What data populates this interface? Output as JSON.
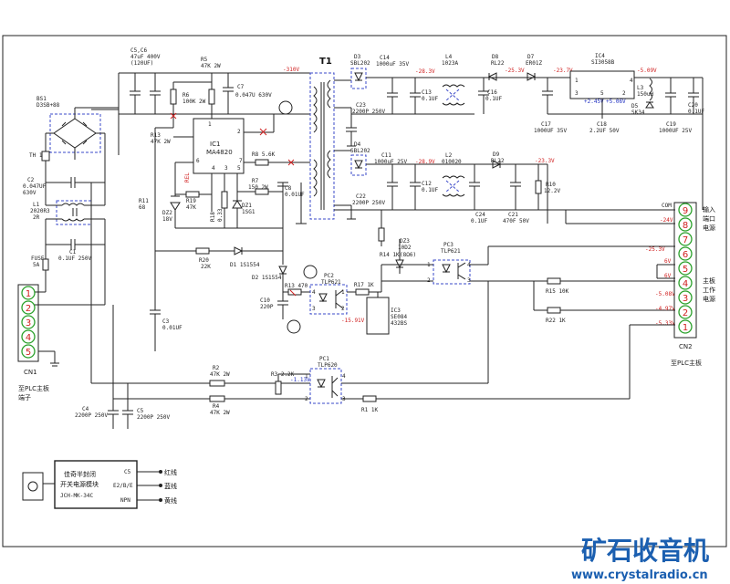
{
  "labels": {
    "c5c6": "C5,C6",
    "c5c6_val": "47uF 400V",
    "c5c6_val2": "(120UF)",
    "r5": "R5",
    "r5_val": "47K 2W",
    "r6": "R6",
    "r6_val": "100K 2W",
    "c7": "C7",
    "c7_val": "0.047U 630V",
    "bs1": "BS1",
    "bs1_val": "D3SB+88",
    "th": "TH 10",
    "c2": "C2",
    "c2_val": "0.047UF",
    "c2_val2": "630V",
    "l1": "L1",
    "l1_val": "2020R3",
    "l1_val2": "2R",
    "c1": "C1",
    "c1_val": "0.1UF 250V",
    "fuse": "FUSE",
    "fuse_val": "5A",
    "r13": "R13",
    "r13_val": "47K 2W",
    "ic1_name": "IC1",
    "ic1_part": "MA4820",
    "r11": "R11",
    "r11_val": "68",
    "dz2": "DZ2",
    "dz2_val": "18V",
    "r19": "R19",
    "r19_val": "47K",
    "r18": "R18",
    "r18_val": "0.33",
    "dz1": "DZ1",
    "dz1_val": "1SG1",
    "r8": "R8 5.6K",
    "r7": "R7",
    "r7_val": "150 2W",
    "c8": "C8",
    "c8_val": "0.01UF",
    "r20": "R20",
    "r20_val": "22K",
    "d1": "D1 1S1554",
    "d2": "D2 1S1554",
    "c10": "C10",
    "c10_val": "220P",
    "c3": "C3",
    "c3_val": "0.01UF",
    "r13b": "R13 470",
    "pc2": "PC2",
    "pc2_val": "TLP621",
    "r17": "R17 1K",
    "ic3_name": "IC3",
    "ic3_part": "SE084",
    "ic3_part2": "432BS",
    "r14": "R14 1K",
    "dz3": "DZ3",
    "dz3_val": "10D2",
    "dz3_val2": "(8Ω6)",
    "pc3": "PC3",
    "pc3_val": "TLP621",
    "r15": "R15 10K",
    "r22": "R22 1K",
    "t1": "T1",
    "d3": "D3",
    "d3_val": "SBL202",
    "c14": "C14",
    "c14_val": "1000uF 35V",
    "c13": "C13",
    "c13_val": "0.1UF",
    "c23": "C23",
    "c23_val": "2200P 250V",
    "l4": "L4",
    "l4_val": "1023A",
    "d8": "D8",
    "d8_val": "RL22",
    "c16": "C16",
    "c16_val": "0.1UF",
    "d7": "D7",
    "d7_val": "ER01Z",
    "ic4": "IC4",
    "ic4_part": "SI3058B",
    "c17": "C17",
    "c17_val": "1000UF 35V",
    "c18": "C18",
    "c18_val": "2.2UF 50V",
    "d5": "D5",
    "d5_val": "SK34",
    "l3": "L3",
    "l3_val": "150uH",
    "c19": "C19",
    "c19_val": "1000UF 25V",
    "c20": "C20",
    "c20_val": "0.1UF",
    "d4": "D4",
    "d4_val": "SBL202",
    "c11": "C11",
    "c11_val": "1000uF 25V",
    "c12": "C12",
    "c12_val": "0.1UF",
    "c22": "C22",
    "c22_val": "2200P 250V",
    "l2": "L2",
    "l2_val": "010020",
    "d9": "D9",
    "d9_val": "RL22",
    "c24": "C24",
    "c24_val": "0.1UF",
    "c21": "C21",
    "c21_val": "470F 50V",
    "r10": "R10",
    "r10_val": "12.2V",
    "r2": "R2",
    "r2_val": "47K 2W",
    "r3": "R3 2.2K",
    "pc1": "PC1",
    "pc1_val": "TLP620",
    "r4": "R4",
    "r4_val": "47K 2W",
    "r1": "R1 1K",
    "c4": "C4",
    "c4_val": "2200P 250V",
    "c5b": "C5",
    "c5b_val": "2200P 250V",
    "cn1": "CN1",
    "cn1_desc": "至PLC主板",
    "cn1_desc2": "端子",
    "cn2": "CN2",
    "cn2_desc": "至PLC主板",
    "com": "COM",
    "com_v": "-24V",
    "module_line1": "佳奇半封闭",
    "module_line2": "开关电源模块",
    "module_line3": "JCH-MK-34C",
    "module_c": "C5",
    "module_b": "E2/B/E",
    "module_n": "NPN",
    "wire_red": "红线",
    "wire_blue": "蓝线",
    "wire_yellow": "黄线",
    "side_input": "输入",
    "side_port": "端口",
    "side_power": "电源",
    "side_main": "主板",
    "side_work": "工作",
    "side_power2": "电源",
    "rel_lbl": "REL",
    "pins1": [
      "1",
      "2",
      "3",
      "4",
      "5",
      "6",
      "7",
      "8",
      "9"
    ]
  },
  "voltages": {
    "v_neg310": "-310V",
    "v1": "-28.3V",
    "v2": "-25.3V",
    "v3": "-23.7V",
    "v4": "-5.09V",
    "v5": "-23.3V",
    "v6": "-28.9V",
    "v_ic4_a": "+2.45V",
    "v_ic4_b": "+5.06V",
    "v_red1": "-15.91V",
    "v_pc1": "-1.13V",
    "cn2_v9": "-24V",
    "cn2_v6": "-25.3V",
    "cn2_v5": "6V",
    "cn2_v4": "6V",
    "cn2_v3": "-5.08V",
    "cn2_v2": "-4.97V",
    "cn2_v1": "-5.33V"
  },
  "watermark": {
    "cn": "矿石收音机",
    "url": "www.crystalradio.cn"
  },
  "colors": {
    "red": "#d02020",
    "blue": "#2030c0",
    "green": "#2aa02a",
    "watermark": "#1b5fb0"
  }
}
